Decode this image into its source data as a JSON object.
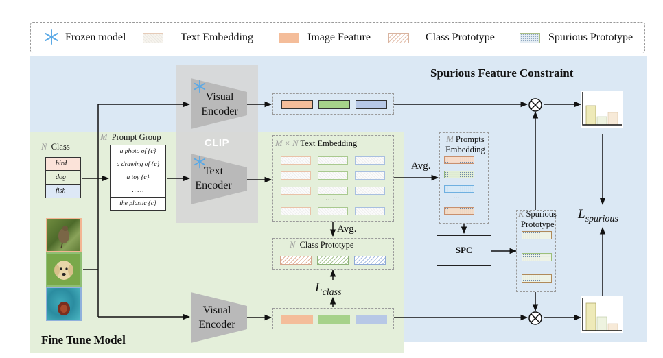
{
  "legend": {
    "frozen": "Frozen model",
    "text_embedding": "Text Embedding",
    "image_feature": "Image Feature",
    "class_prototype": "Class Prototype",
    "spurious_prototype": "Spurious Prototype"
  },
  "regions": {
    "spurious_title": "Spurious Feature Constraint",
    "finetune_title": "Fine Tune Model",
    "clip_label": "CLIP"
  },
  "encoders": {
    "visual_top": [
      "Visual",
      "Encoder"
    ],
    "text": [
      "Text",
      "Encoder"
    ],
    "visual_bottom": [
      "Visual",
      "Encoder"
    ]
  },
  "class_list": {
    "prefix": "N",
    "title": "Class",
    "items": [
      "bird",
      "dog",
      "fish"
    ]
  },
  "prompt_group": {
    "prefix": "M",
    "title": "Prompt Group",
    "items": [
      "a photo of {c}",
      "a drawing of {c}",
      "a toy {c}",
      "……",
      "the plastic {c}"
    ]
  },
  "text_embedding": {
    "prefix": "M × N",
    "title": "Text Embedding",
    "dots": "……"
  },
  "avg_labels": {
    "middle": "Avg.",
    "right": "Avg."
  },
  "class_prototype": {
    "prefix": "N",
    "title": "Class Prototype"
  },
  "prompts_embedding": {
    "prefix": "M",
    "title_line1": "Prompts",
    "title_line2": "Embedding",
    "dots": "……"
  },
  "spc": {
    "label": "SPC"
  },
  "spurious_prototype": {
    "prefix": "K",
    "title_line1": "Spurious",
    "title_line2": "Prototype"
  },
  "losses": {
    "class_base": "L",
    "class_sub": "class",
    "spurious_base": "L",
    "spurious_sub": "spurious"
  },
  "colors": {
    "blue_region": "#dbe8f4",
    "green_region": "#e4efda",
    "feature_orange": "#f4bd9a",
    "feature_green": "#a6d28a",
    "feature_blue": "#b7c8e6",
    "class_bird_bg": "#fbe3d9",
    "class_dog_bg": "#e6f0da",
    "class_fish_bg": "#dde8f6",
    "frozen_icon": "#5aa9e6"
  }
}
